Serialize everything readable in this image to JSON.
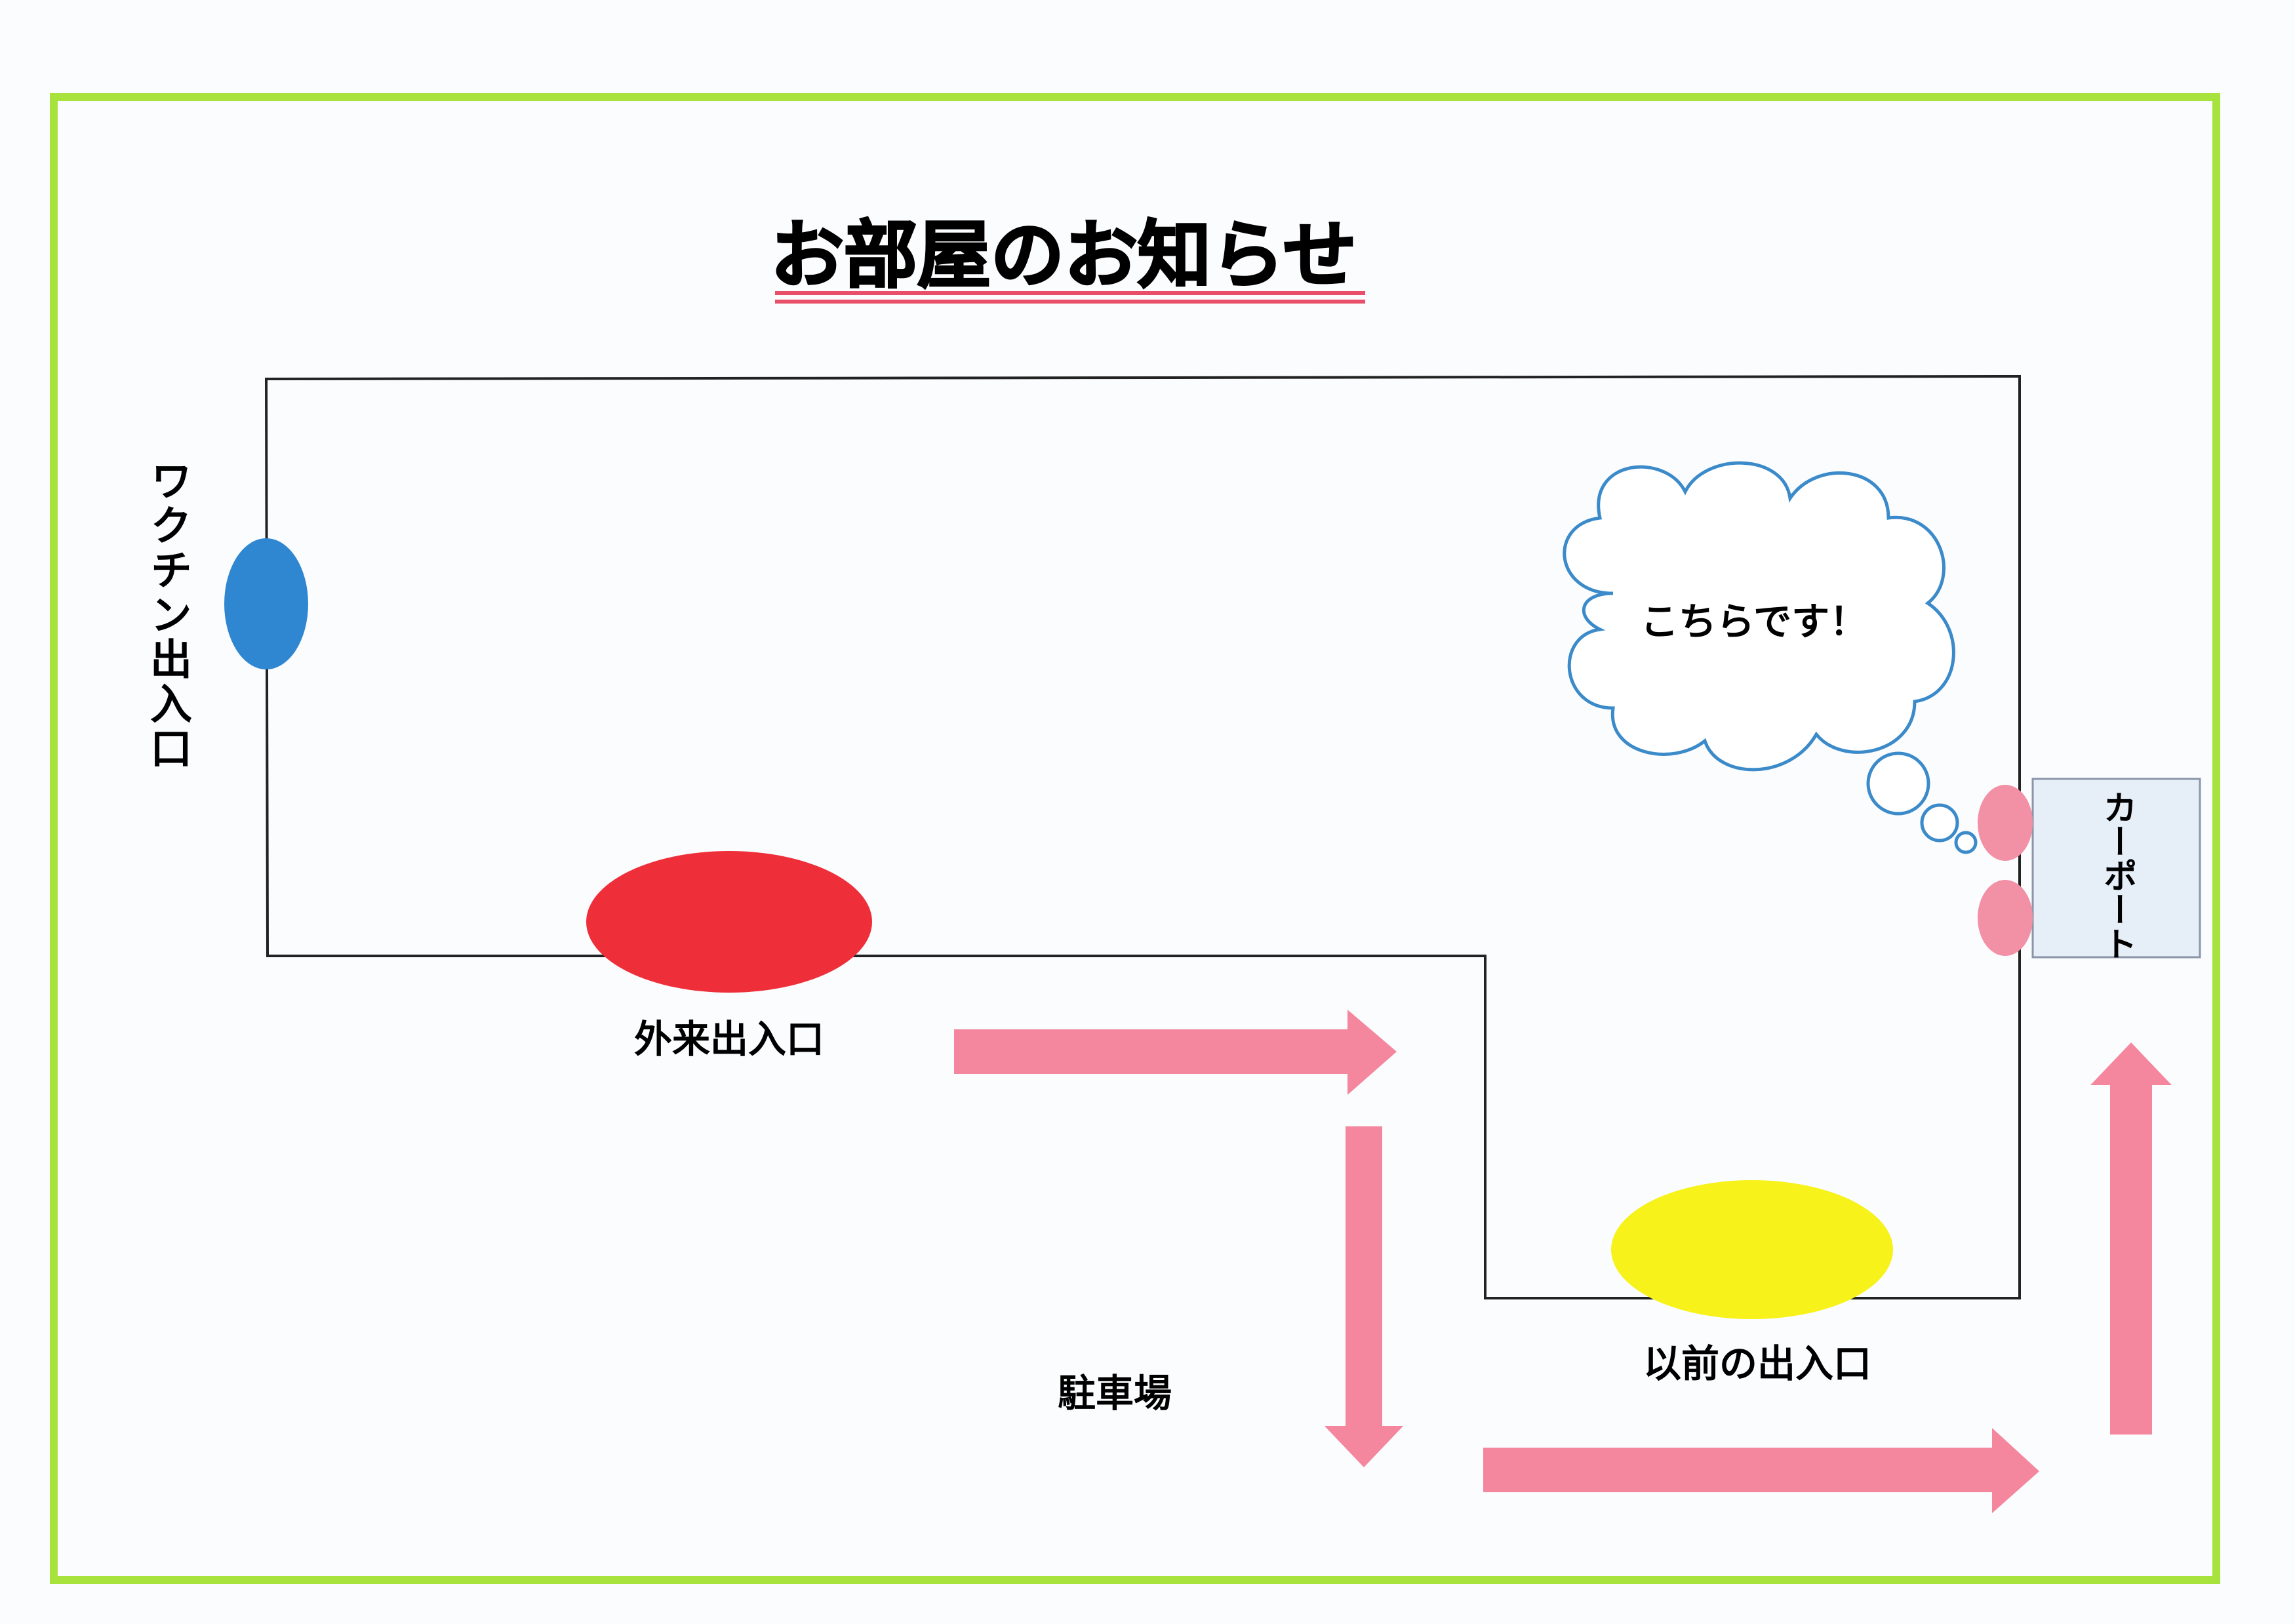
{
  "title": "お部屋のお知らせ",
  "labels": {
    "vaccine_entrance": "ワクチン出入口",
    "outpatient_entrance": "外来出入口",
    "previous_entrance": "以前の出入口",
    "parking": "駐車場",
    "carport": "カーポート"
  },
  "callout": {
    "text": "こちらです！"
  },
  "colors": {
    "frame": "#a8e23c",
    "title_underline": "#e8506a",
    "vaccine_marker": "#2f86d1",
    "outpatient_marker": "#ee2f3a",
    "previous_marker": "#f7f21a",
    "carport_markers": "#f290a6",
    "arrows": "#f4869e",
    "cloud_outline": "#3b8ac9",
    "carport_box": "#e6eef8"
  },
  "icons": {
    "callout": "thought-cloud-icon",
    "route": "arrow-icon"
  }
}
